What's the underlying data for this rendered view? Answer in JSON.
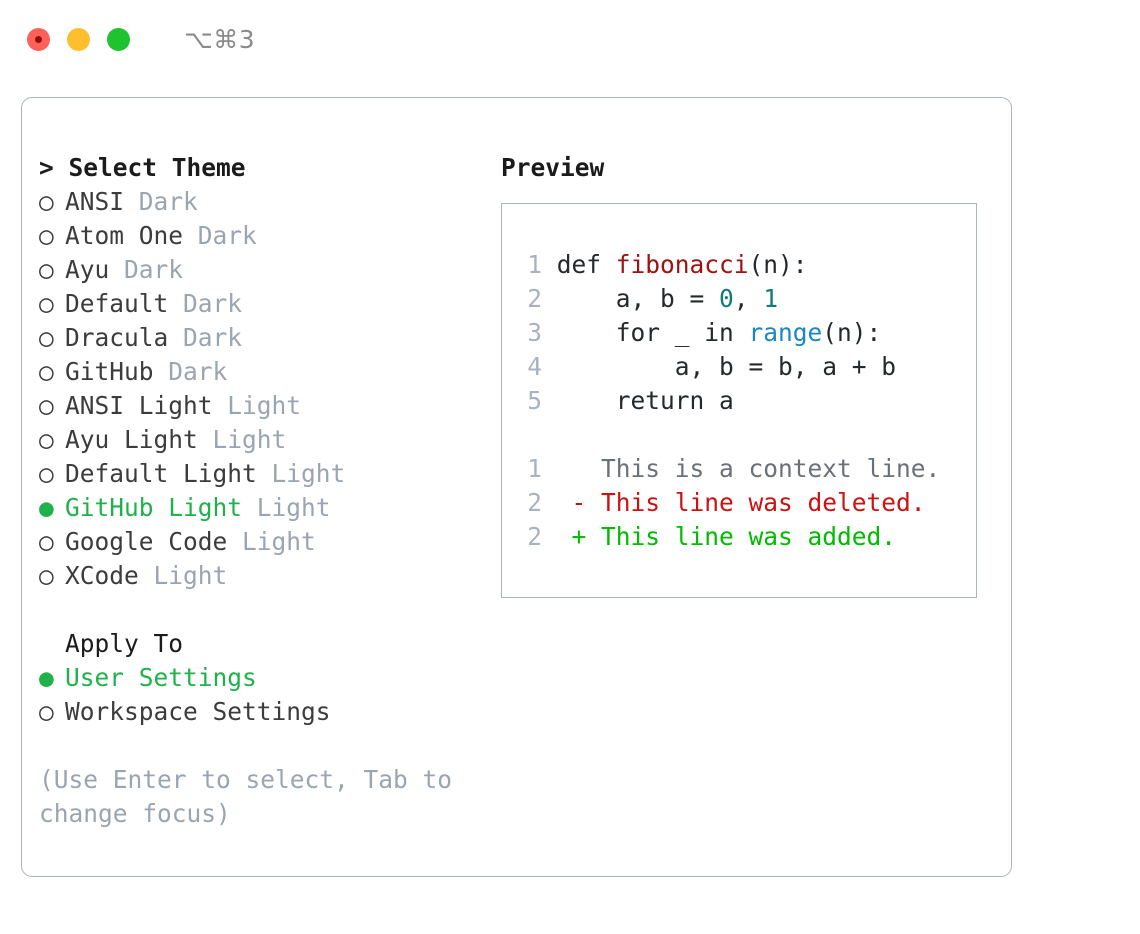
{
  "window": {
    "shortcut": "⌥⌘3",
    "traffic_lights": [
      "close",
      "minimize",
      "maximize"
    ],
    "colors": {
      "close": "#ff6059",
      "minimize": "#ffbe2e",
      "maximize": "#1fc22f",
      "panel_border": "#aab4c0",
      "accent_green": "#1fb24b",
      "muted": "#9aa5b2"
    }
  },
  "theme_panel": {
    "caret": ">",
    "heading": "Select Theme",
    "bullet_unselected": "○",
    "bullet_selected": "●",
    "items": [
      {
        "name": "ANSI",
        "tag": "Dark",
        "selected": false
      },
      {
        "name": "Atom One",
        "tag": "Dark",
        "selected": false
      },
      {
        "name": "Ayu",
        "tag": "Dark",
        "selected": false
      },
      {
        "name": "Default",
        "tag": "Dark",
        "selected": false
      },
      {
        "name": "Dracula",
        "tag": "Dark",
        "selected": false
      },
      {
        "name": "GitHub",
        "tag": "Dark",
        "selected": false
      },
      {
        "name": "ANSI Light",
        "tag": "Light",
        "selected": false
      },
      {
        "name": "Ayu Light",
        "tag": "Light",
        "selected": false
      },
      {
        "name": "Default Light",
        "tag": "Light",
        "selected": false
      },
      {
        "name": "GitHub Light",
        "tag": "Light",
        "selected": true
      },
      {
        "name": "Google Code",
        "tag": "Light",
        "selected": false
      },
      {
        "name": "XCode",
        "tag": "Light",
        "selected": false
      }
    ]
  },
  "apply_to": {
    "heading": "Apply To",
    "items": [
      {
        "name": "User Settings",
        "selected": true
      },
      {
        "name": "Workspace Settings",
        "selected": false
      }
    ]
  },
  "hint": "(Use Enter to select, Tab to change focus)",
  "preview": {
    "title": "Preview",
    "code_lines": [
      {
        "num": "1",
        "tokens": [
          {
            "t": "def ",
            "c": "plain"
          },
          {
            "t": "fibonacci",
            "c": "fn"
          },
          {
            "t": "(n):",
            "c": "plain"
          }
        ]
      },
      {
        "num": "2",
        "tokens": [
          {
            "t": "    a, b = ",
            "c": "plain"
          },
          {
            "t": "0",
            "c": "num"
          },
          {
            "t": ", ",
            "c": "plain"
          },
          {
            "t": "1",
            "c": "num"
          }
        ]
      },
      {
        "num": "3",
        "tokens": [
          {
            "t": "    for _ in ",
            "c": "plain"
          },
          {
            "t": "range",
            "c": "call"
          },
          {
            "t": "(n):",
            "c": "plain"
          }
        ]
      },
      {
        "num": "4",
        "tokens": [
          {
            "t": "        a, b = b, a + b",
            "c": "plain"
          }
        ]
      },
      {
        "num": "5",
        "tokens": [
          {
            "t": "    return a",
            "c": "plain"
          }
        ]
      }
    ],
    "diff_lines": [
      {
        "num": "1",
        "marker": " ",
        "text": " This is a context line.",
        "kind": "ctx"
      },
      {
        "num": "2",
        "marker": "-",
        "text": " This line was deleted.",
        "kind": "del"
      },
      {
        "num": "2",
        "marker": "+",
        "text": " This line was added.",
        "kind": "add"
      }
    ]
  }
}
